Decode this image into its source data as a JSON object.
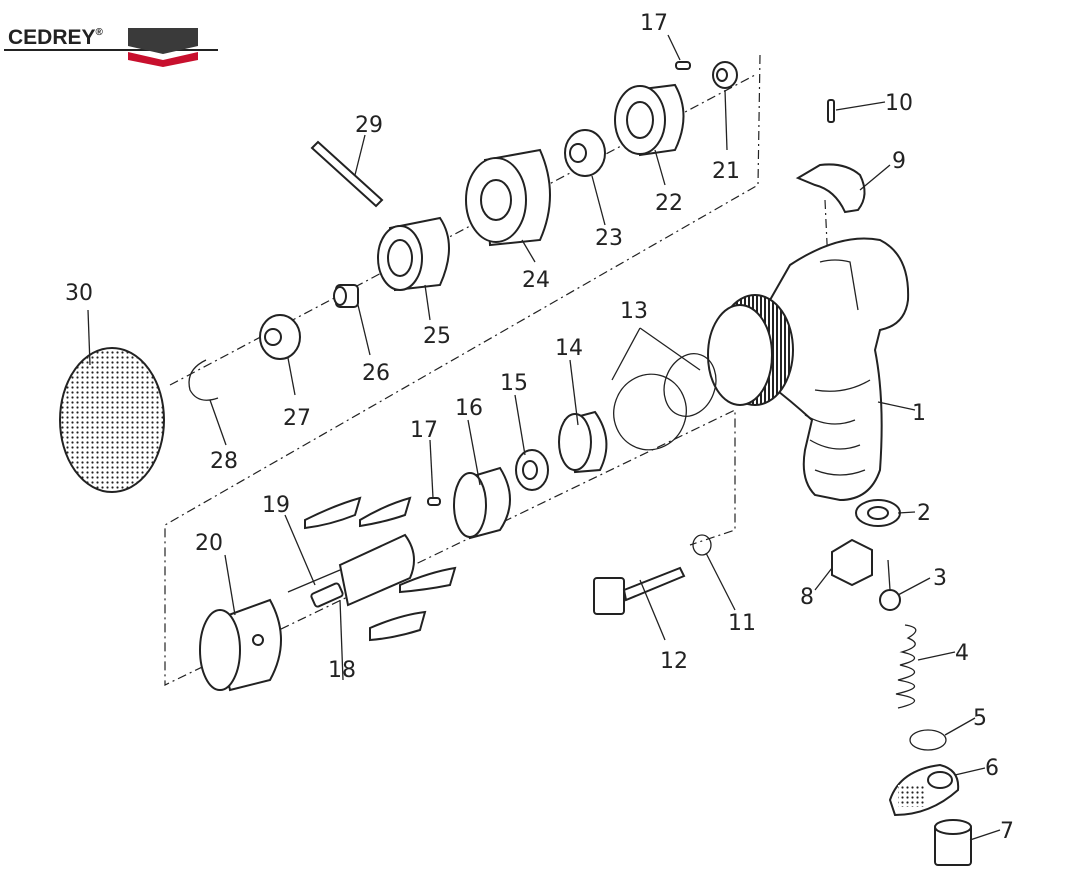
{
  "brand": {
    "name": "CEDREY",
    "mark": "®",
    "colors": {
      "dark": "#3a3a3a",
      "red": "#c8102e"
    }
  },
  "callouts": [
    "1",
    "2",
    "3",
    "4",
    "5",
    "6",
    "7",
    "8",
    "9",
    "10",
    "11",
    "12",
    "13",
    "14",
    "15",
    "16",
    "17",
    "17",
    "18",
    "19",
    "20",
    "21",
    "22",
    "23",
    "24",
    "25",
    "26",
    "27",
    "28",
    "29",
    "30"
  ]
}
